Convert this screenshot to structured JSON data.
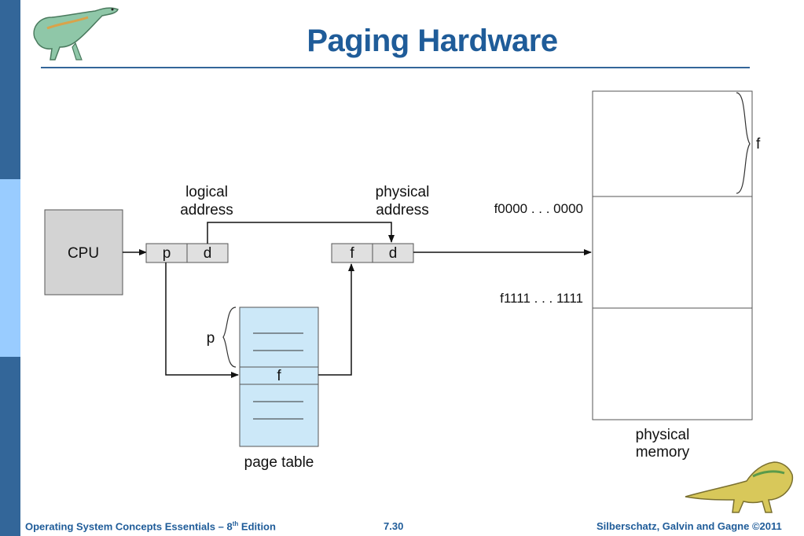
{
  "slide": {
    "title": "Paging Hardware",
    "footer": {
      "left": "Operating System Concepts Essentials – 8",
      "left_sup": "th",
      "left_suffix": " Edition",
      "page": "7.30",
      "right": "Silberschatz, Galvin and Gagne ©2011"
    }
  },
  "diagram": {
    "cpu_label": "CPU",
    "logical_address": {
      "line1": "logical",
      "line2": "address",
      "p": "p",
      "d": "d"
    },
    "physical_address": {
      "line1": "physical",
      "line2": "address",
      "f": "f",
      "d": "d"
    },
    "page_table": {
      "p_label": "p",
      "f_entry": "f",
      "caption": "page table"
    },
    "physical_memory": {
      "frame_label": "f",
      "range_start": "f0000 . . . 0000",
      "range_end": "f1111 . . . 1111",
      "caption_line1": "physical",
      "caption_line2": "memory"
    },
    "colors": {
      "cpu_fill": "#d3d3d3",
      "register_fill": "#e0e0e0",
      "page_table_fill": "#cce8f8",
      "sidebar_dark": "#336699",
      "sidebar_light": "#99ccff",
      "title": "#1f5c99"
    }
  }
}
